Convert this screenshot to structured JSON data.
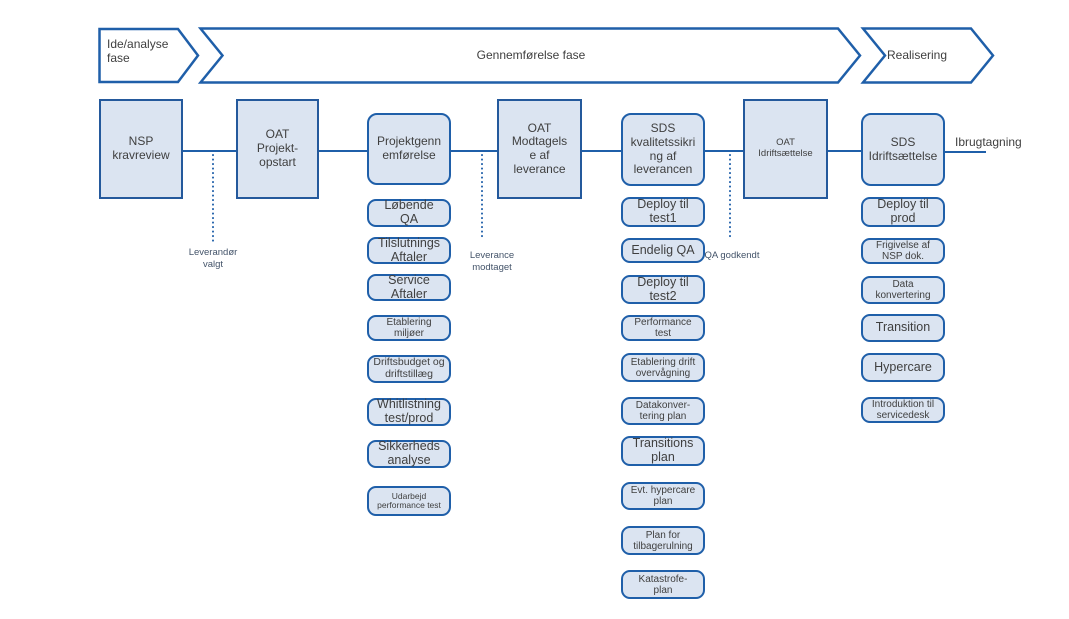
{
  "diagram": {
    "title_hint": "Project delivery process diagram",
    "colors": {
      "stroke": "#1f5fa9",
      "stroke_dark": "#24599c",
      "fill": "#dbe4f1",
      "text": "#3f3f3f",
      "annotation": "#44546a",
      "background": "#ffffff"
    },
    "phases": [
      {
        "label": "Ide/analyse fase"
      },
      {
        "label": "Gennemførelse fase"
      },
      {
        "label": "Realisering"
      }
    ],
    "main_flow": [
      {
        "label": "NSP kravreview",
        "shape": "rect"
      },
      {
        "label": "OAT Projekt-opstart",
        "shape": "rect"
      },
      {
        "label": "Projektgennemførelse",
        "shape": "rounded"
      },
      {
        "label": "OAT Modtagelse af leverance",
        "shape": "rect"
      },
      {
        "label": "SDS kvalitetssikring af leverancen",
        "shape": "rounded"
      },
      {
        "label": "OAT Idriftsættelse",
        "shape": "rect"
      },
      {
        "label": "SDS Idriftsættelse",
        "shape": "rounded"
      }
    ],
    "end_label": "Ibrugtagning",
    "milestones": [
      {
        "label": "Leverandør valgt"
      },
      {
        "label": "Leverance modtaget"
      },
      {
        "label": "QA godkendt"
      }
    ],
    "columns": {
      "projektgennemfoerelse": [
        "Løbende QA",
        "Tilslutnings Aftaler",
        "Service Aftaler",
        "Etablering miljøer",
        "Driftsbudget og driftstillæg",
        "Whitlistning test/prod",
        "Sikkerheds analyse",
        "Udarbejd performance test"
      ],
      "sds_kvalitetssikring": [
        "Deploy til test1",
        "Endelig QA",
        "Deploy til test2",
        "Performance test",
        "Etablering drift overvågning",
        "Datakonver-tering plan",
        "Transitions plan",
        "Evt. hypercare plan",
        "Plan for tilbagerulning",
        "Katastrofe-plan"
      ],
      "sds_idriftsaettelse": [
        "Deploy til prod",
        "Frigivelse af NSP dok.",
        "Data konvertering",
        "Transition",
        "Hypercare",
        "Introduktion til servicedesk"
      ]
    }
  }
}
